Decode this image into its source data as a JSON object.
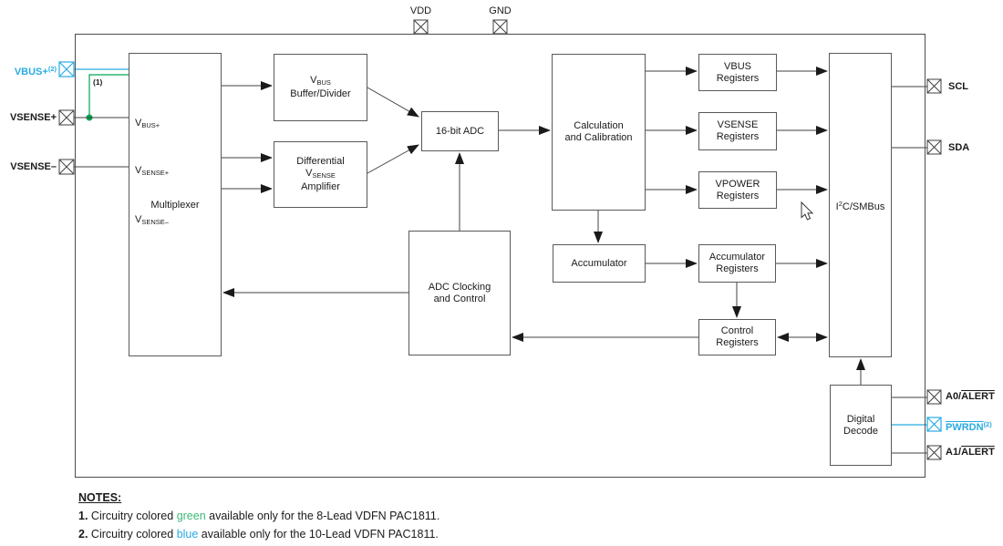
{
  "colors": {
    "blue_accent": "#29ABE2",
    "green_line": "#00A651",
    "green_text": "#3CB878",
    "line_gray": "#404040"
  },
  "pins": {
    "vdd": {
      "label": "VDD"
    },
    "gnd": {
      "label": "GND"
    },
    "vbus_plus": {
      "label": "VBUS+",
      "sup": "(2)"
    },
    "vsense_plus": {
      "label": "VSENSE+"
    },
    "vsense_minus": {
      "label": "VSENSE–"
    },
    "scl": {
      "label": "SCL"
    },
    "sda": {
      "label": "SDA"
    },
    "a0_alert": {
      "prefix": "A0/",
      "overline": "ALERT"
    },
    "pwrdn": {
      "overline": "PWRDN",
      "sup": "(2)"
    },
    "a1_alert": {
      "prefix": "A1/",
      "overline": "ALERT"
    }
  },
  "blocks": {
    "multiplexer": {
      "label": "Multiplexer",
      "inputs": [
        {
          "main": "V",
          "sub": "BUS+"
        },
        {
          "main": "V",
          "sub": "SENSE+"
        },
        {
          "main": "V",
          "sub": "SENSE–"
        }
      ]
    },
    "vbus_buffer": {
      "line1_main": "V",
      "line1_sub": "BUS",
      "line2": "Buffer/Divider"
    },
    "diff_amp": {
      "line1": "Differential",
      "line2_main": "V",
      "line2_sub": "SENSE",
      "line3": "Amplifier"
    },
    "adc": {
      "label": "16-bit ADC"
    },
    "calc": {
      "line1": "Calculation",
      "line2": "and Calibration"
    },
    "vbus_reg": {
      "line1": "VBUS",
      "line2": "Registers"
    },
    "vsense_reg": {
      "line1": "VSENSE",
      "line2": "Registers"
    },
    "vpower_reg": {
      "line1": "VPOWER",
      "line2": "Registers"
    },
    "accumulator": {
      "label": "Accumulator"
    },
    "acc_reg": {
      "line1": "Accumulator",
      "line2": "Registers"
    },
    "ctrl_reg": {
      "line1": "Control",
      "line2": "Registers"
    },
    "adc_clock": {
      "line1": "ADC Clocking",
      "line2": "and Control"
    },
    "i2c": {
      "prefix": "I",
      "sup": "2",
      "rest": "C/SMBus"
    },
    "digital_decode": {
      "line1": "Digital",
      "line2": "Decode"
    }
  },
  "annotations": {
    "note_ref_1": "(1)"
  },
  "notes": {
    "heading": "NOTES:",
    "items": [
      {
        "num": "1.",
        "pre": " Circuitry colored ",
        "colored": "green",
        "post": " available only for the 8-Lead VDFN PAC1811."
      },
      {
        "num": "2.",
        "pre": " Circuitry colored ",
        "colored": "blue",
        "post": " available only for the 10-Lead VDFN PAC1811."
      }
    ]
  }
}
